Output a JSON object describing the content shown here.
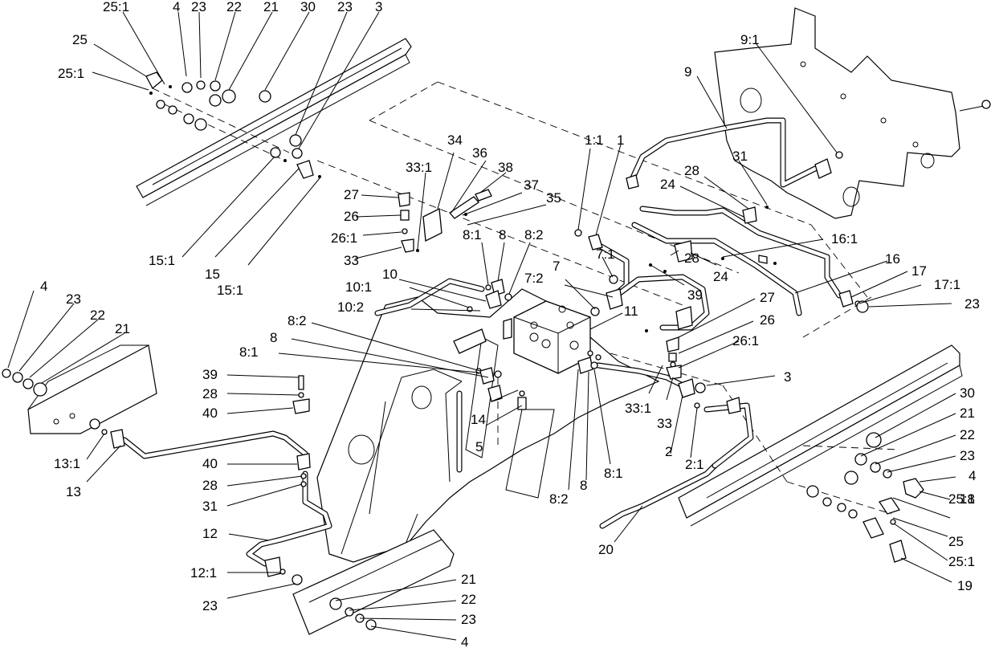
{
  "callouts": [
    "25:1",
    "4",
    "23",
    "22",
    "21",
    "30",
    "23",
    "3",
    "25",
    "25:1",
    "9:1",
    "9",
    "34",
    "36",
    "38",
    "33:1",
    "37",
    "35",
    "27",
    "26",
    "26:1",
    "33",
    "1:1",
    "1",
    "31",
    "28",
    "24",
    "15:1",
    "15",
    "15:1",
    "8:1",
    "8",
    "8:2",
    "7:1",
    "16:1",
    "28",
    "24",
    "39",
    "16",
    "17",
    "17:1",
    "23",
    "10",
    "10:1",
    "10:2",
    "7:2",
    "7",
    "11",
    "27",
    "26",
    "26:1",
    "4",
    "23",
    "22",
    "21",
    "8:2",
    "8",
    "8:1",
    "39",
    "28",
    "40",
    "14",
    "5",
    "33:1",
    "33",
    "3",
    "30",
    "21",
    "22",
    "23",
    "4",
    "18",
    "13:1",
    "13",
    "40",
    "28",
    "31",
    "2",
    "2:1",
    "8:2",
    "8",
    "8:1",
    "25:1",
    "25",
    "25:1",
    "19",
    "20",
    "12",
    "12:1",
    "23",
    "21",
    "22",
    "23",
    "4"
  ]
}
